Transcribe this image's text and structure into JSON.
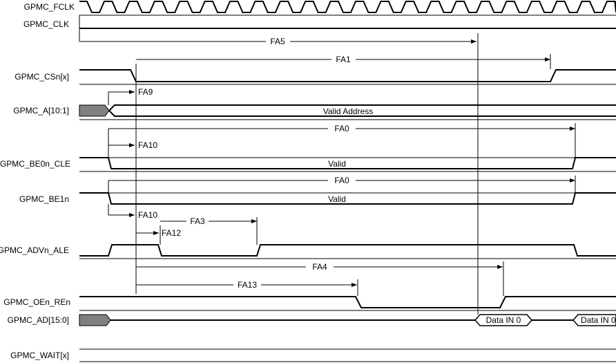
{
  "signals": {
    "fclk": "GPMC_FCLK",
    "clk": "GPMC_CLK",
    "csn": "GPMC_CSn[x]",
    "addr": "GPMC_A[10:1]",
    "be0": "GPMC_BE0n_CLE",
    "be1": "GPMC_BE1n",
    "adv": "GPMC_ADVn_ALE",
    "oen": "GPMC_OEn_REn",
    "ad": "GPMC_AD[15:0]",
    "wait": "GPMC_WAIT[x]"
  },
  "bus_values": {
    "addr": "Valid Address",
    "be0": "Valid",
    "be1": "Valid",
    "ad1": "Data IN 0",
    "ad2": "Data IN 0"
  },
  "annotations": {
    "fa5": "FA5",
    "fa1": "FA1",
    "fa9": "FA9",
    "fa0_be0": "FA0",
    "fa10_be0": "FA10",
    "fa0_be1": "FA0",
    "fa10_adv": "FA10",
    "fa3": "FA3",
    "fa12": "FA12",
    "fa4": "FA4",
    "fa13": "FA13"
  },
  "colors": {
    "line": "#000000",
    "undefined_bus": "#808080",
    "background": "#ffffff"
  }
}
